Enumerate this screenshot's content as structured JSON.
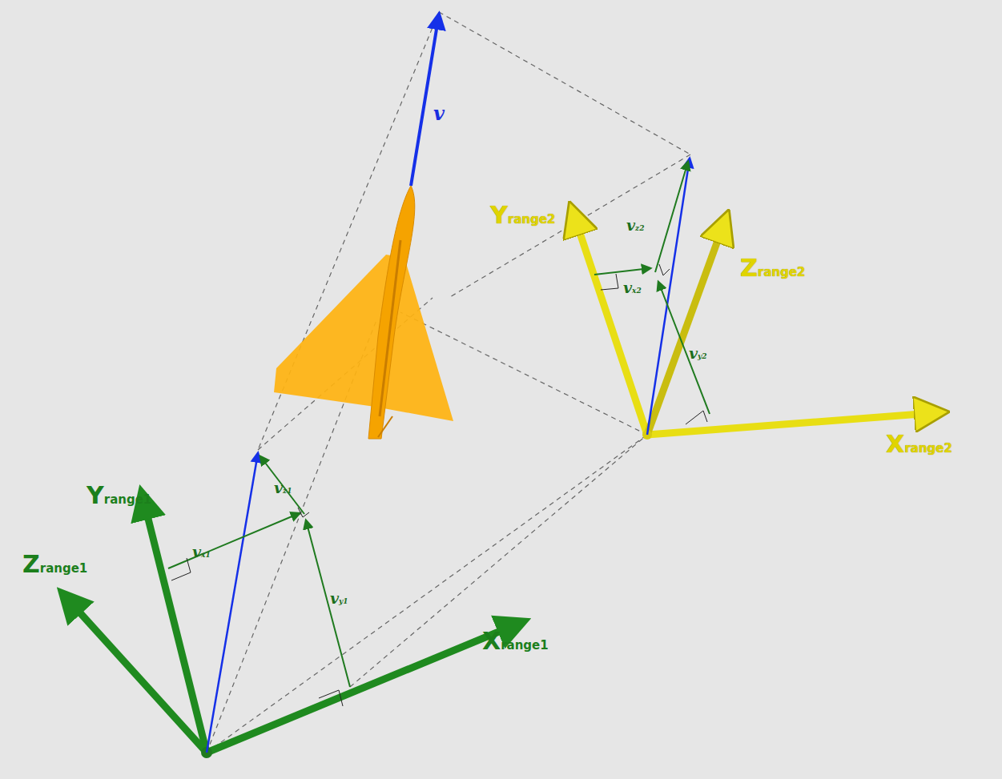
{
  "diagram": {
    "labels": [
      "v",
      "Yrange1",
      "Zrange1",
      "Xrange1",
      "vx1",
      "vy1",
      "vz1",
      "Yrange2",
      "Zrange2",
      "Xrange2",
      "vx2",
      "vy2",
      "vz2"
    ]
  }
}
